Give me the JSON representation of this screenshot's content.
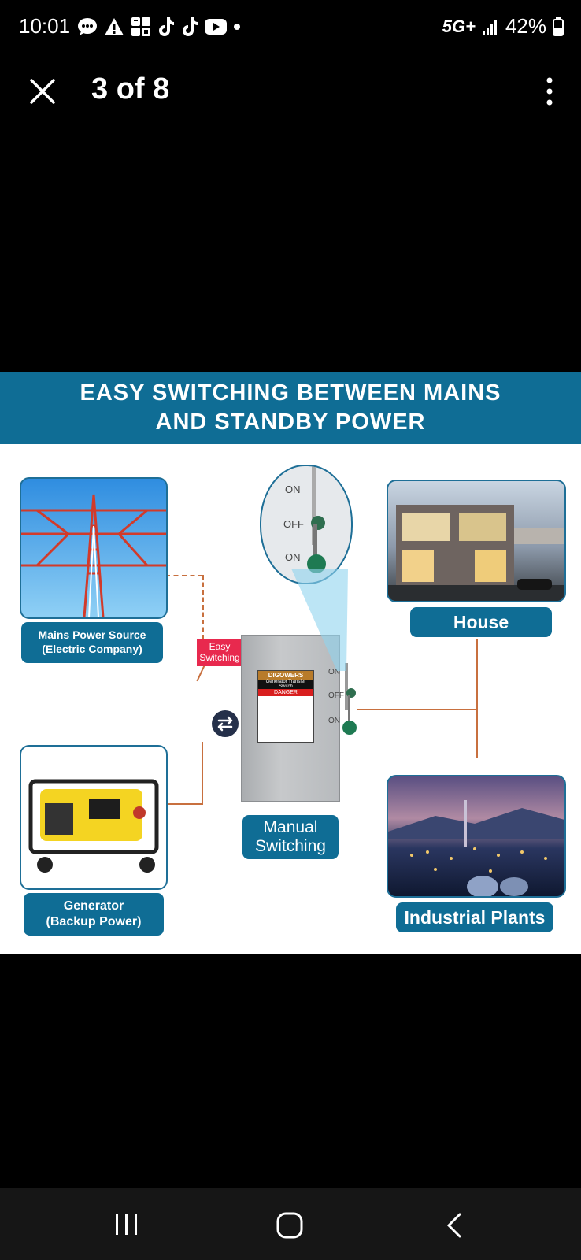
{
  "status_bar": {
    "time": "10:01",
    "network": "5G+",
    "battery": "42%",
    "icons_left": [
      "messages-icon",
      "alert-icon",
      "app-grid-icon",
      "tiktok-icon",
      "tiktok-icon",
      "youtube-icon",
      "dot-icon"
    ]
  },
  "viewer": {
    "counter": "3 of 8"
  },
  "image": {
    "banner_line1": "EASY SWITCHING BETWEEN MAINS",
    "banner_line2": "AND STANDBY POWER",
    "mains_label_1": "Mains Power Source",
    "mains_label_2": "(Electric Company)",
    "generator_label_1": "Generator",
    "generator_label_2": "(Backup Power)",
    "easy_switching_1": "Easy",
    "easy_switching_2": "Switching",
    "manual_switching_1": "Manual",
    "manual_switching_2": "Switching",
    "house_label": "House",
    "industrial_label": "Industrial Plants",
    "box_brand": "DIGOWERS",
    "box_title": "Generator Transfer Switch",
    "box_danger": "DANGER",
    "switch_on": "ON",
    "switch_off": "OFF"
  },
  "colors": {
    "accent_blue": "#0f6d95",
    "line_orange": "#c8703f",
    "easy_red": "#e8294e"
  }
}
